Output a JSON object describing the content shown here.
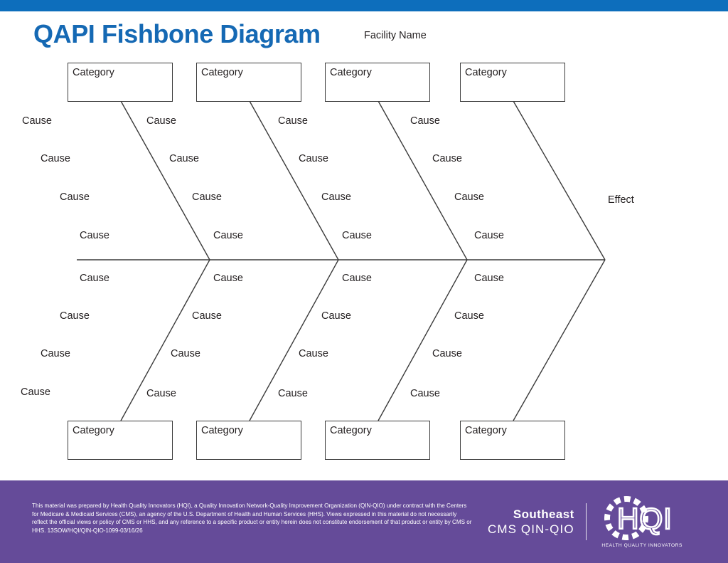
{
  "header": {
    "title": "QAPI Fishbone Diagram",
    "facility_name": "Facility Name",
    "title_color": "#1569b4",
    "bar_color": "#0d6ebc"
  },
  "diagram": {
    "effect_label": "Effect",
    "category_label": "Category",
    "cause_label": "Cause",
    "line_color": "#3b3b3b",
    "top_categories": [
      {
        "label": "Category"
      },
      {
        "label": "Category"
      },
      {
        "label": "Category"
      },
      {
        "label": "Category"
      }
    ],
    "bottom_categories": [
      {
        "label": "Category"
      },
      {
        "label": "Category"
      },
      {
        "label": "Category"
      },
      {
        "label": "Category"
      }
    ],
    "top_causes": [
      {
        "label": "Cause"
      },
      {
        "label": "Cause"
      },
      {
        "label": "Cause"
      },
      {
        "label": "Cause"
      },
      {
        "label": "Cause"
      },
      {
        "label": "Cause"
      },
      {
        "label": "Cause"
      },
      {
        "label": "Cause"
      },
      {
        "label": "Cause"
      },
      {
        "label": "Cause"
      },
      {
        "label": "Cause"
      },
      {
        "label": "Cause"
      },
      {
        "label": "Cause"
      },
      {
        "label": "Cause"
      },
      {
        "label": "Cause"
      },
      {
        "label": "Cause"
      },
      {
        "label": "Cause"
      },
      {
        "label": "Cause"
      },
      {
        "label": "Cause"
      },
      {
        "label": "Cause"
      }
    ],
    "bottom_causes": [
      {
        "label": "Cause"
      },
      {
        "label": "Cause"
      },
      {
        "label": "Cause"
      },
      {
        "label": "Cause"
      },
      {
        "label": "Cause"
      },
      {
        "label": "Cause"
      },
      {
        "label": "Cause"
      },
      {
        "label": "Cause"
      },
      {
        "label": "Cause"
      },
      {
        "label": "Cause"
      },
      {
        "label": "Cause"
      },
      {
        "label": "Cause"
      },
      {
        "label": "Cause"
      },
      {
        "label": "Cause"
      },
      {
        "label": "Cause"
      },
      {
        "label": "Cause"
      },
      {
        "label": "Cause"
      },
      {
        "label": "Cause"
      },
      {
        "label": "Cause"
      },
      {
        "label": "Cause"
      }
    ]
  },
  "footer": {
    "background_color": "#654b99",
    "disclaimer": "This material was prepared by Health Quality Innovators (HQI), a Quality Innovation Network-Quality Improvement Organization (QIN-QIO) under contract with the Centers for Medicare & Medicaid Services (CMS), an agency of the U.S. Department of Health and Human Services (HHS). Views expressed in this material do not necessarily reflect the official views or policy of CMS or HHS, and any reference to a specific product or entity herein does not constitute endorsement of that product or entity by CMS or HHS. 13SOW/HQI/QIN-QIO-1099-03/16/26",
    "brand_line1": "Southeast",
    "brand_line2": "CMS QIN-QIO",
    "logo_text": "HQI",
    "logo_tagline": "HEALTH QUALITY INNOVATORS"
  }
}
